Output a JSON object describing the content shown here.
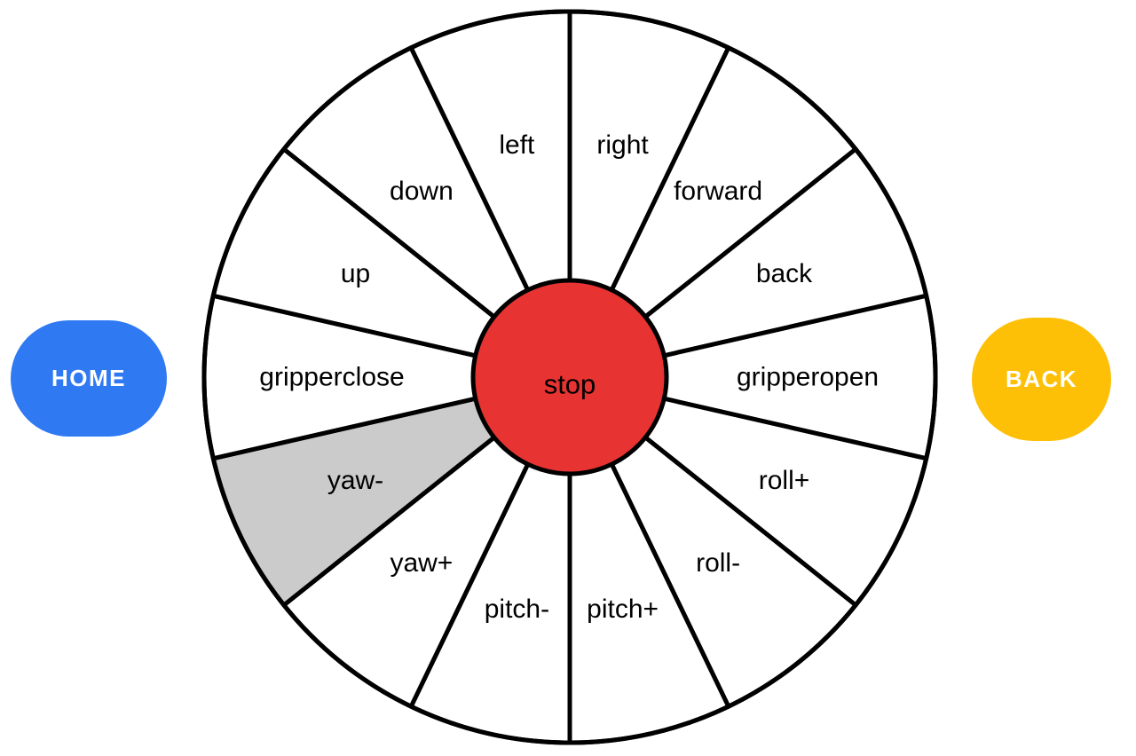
{
  "background": "#FFFFFF",
  "home_button": {
    "label": "HOME",
    "color": "#2F79F3",
    "text_color": "#FFFFFF"
  },
  "back_button": {
    "label": "BACK",
    "color": "#FDC006",
    "text_color": "#FFFFFF"
  },
  "wheel": {
    "center": {
      "label": "stop",
      "fill": "#E73331",
      "text_color": "#000000"
    },
    "stroke_color": "#000000",
    "segment_fill": "#FFFFFF",
    "highlight_fill": "#CBCBCB",
    "label_color": "#000000",
    "segments_clockwise_from_top": [
      {
        "label": "right",
        "highlighted": false
      },
      {
        "label": "forward",
        "highlighted": false
      },
      {
        "label": "back",
        "highlighted": false
      },
      {
        "label": "gripperopen",
        "highlighted": false
      },
      {
        "label": "roll+",
        "highlighted": false
      },
      {
        "label": "roll-",
        "highlighted": false
      },
      {
        "label": "pitch+",
        "highlighted": false
      },
      {
        "label": "pitch-",
        "highlighted": false
      },
      {
        "label": "yaw+",
        "highlighted": false
      },
      {
        "label": "yaw-",
        "highlighted": true
      },
      {
        "label": "gripperclose",
        "highlighted": false
      },
      {
        "label": "up",
        "highlighted": false
      },
      {
        "label": "down",
        "highlighted": false
      },
      {
        "label": "left",
        "highlighted": false
      }
    ]
  }
}
